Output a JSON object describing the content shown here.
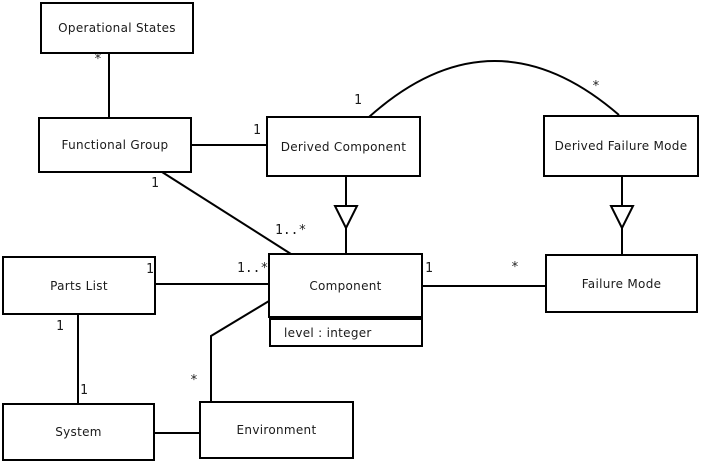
{
  "colors": {
    "background": "#ffffff",
    "line": "#000000",
    "text": "#1a1a1a"
  },
  "classes": {
    "operational_states": {
      "name": "Operational States"
    },
    "functional_group": {
      "name": "Functional Group"
    },
    "derived_component": {
      "name": "Derived Component"
    },
    "derived_failure_mode": {
      "name": "Derived Failure Mode"
    },
    "parts_list": {
      "name": "Parts List"
    },
    "component": {
      "name": "Component",
      "attributes": [
        "level : integer"
      ]
    },
    "failure_mode": {
      "name": "Failure Mode"
    },
    "system": {
      "name": "System"
    },
    "environment": {
      "name": "Environment"
    }
  },
  "relationships": {
    "operational_states_functional_group": {
      "type": "association",
      "end_operational_states_mult": "*"
    },
    "functional_group_derived_component": {
      "type": "association",
      "end_derived_component_mult": "1"
    },
    "derived_component_derived_failure_mode": {
      "type": "association",
      "shape": "arc",
      "end_derived_component_mult": "1",
      "end_derived_failure_mode_mult": "*"
    },
    "derived_component_component": {
      "type": "generalization"
    },
    "derived_failure_mode_failure_mode": {
      "type": "generalization"
    },
    "functional_group_component": {
      "type": "association",
      "end_functional_group_mult": "1",
      "end_component_mult": "1..*"
    },
    "parts_list_component": {
      "type": "association",
      "end_parts_list_mult": "1",
      "end_component_mult": "1..*"
    },
    "component_failure_mode": {
      "type": "association",
      "end_component_mult": "1",
      "end_failure_mode_mult": "*"
    },
    "parts_list_system": {
      "type": "association",
      "end_parts_list_mult": "1",
      "end_system_mult": "1"
    },
    "component_environment": {
      "type": "association",
      "end_environment_mult": "*"
    },
    "system_environment": {
      "type": "association"
    }
  }
}
